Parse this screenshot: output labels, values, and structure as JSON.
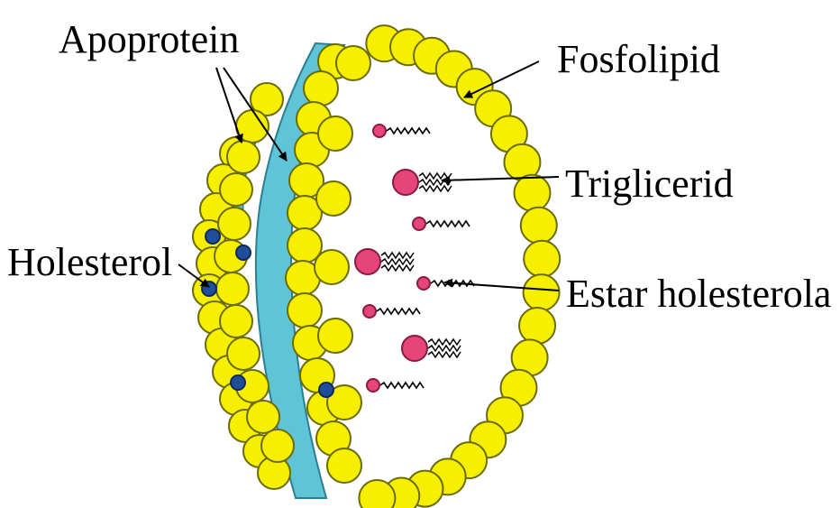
{
  "labels": {
    "apoprotein": "Apoprotein",
    "fosfolipid": "Fosfolipid",
    "triglicerid": "Triglicerid",
    "holesterol": "Holesterol",
    "estar_holesterola": "Estar holesterola"
  },
  "colors": {
    "phospholipid_fill": "#f6f000",
    "phospholipid_stroke": "#6b6b00",
    "apoprotein": "#5fc4d8",
    "cholesterol": "#1f4f9a",
    "triglyceride": "#e6457a",
    "ink": "#000000"
  }
}
